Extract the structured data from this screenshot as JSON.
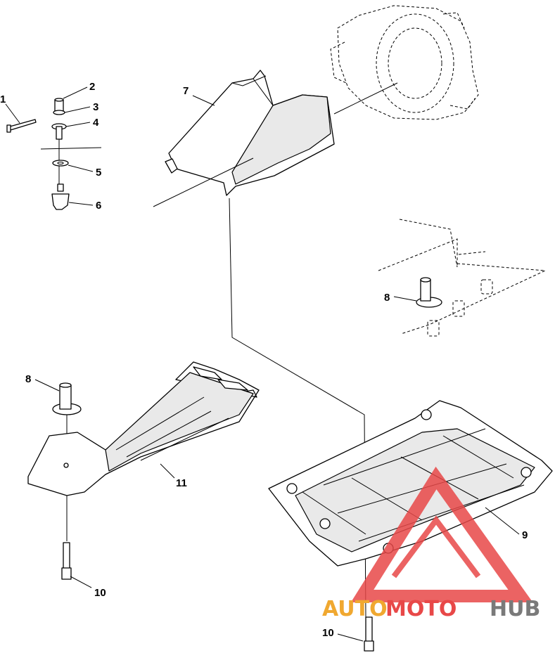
{
  "callouts": [
    {
      "id": "1",
      "label": "1"
    },
    {
      "id": "2",
      "label": "2"
    },
    {
      "id": "3",
      "label": "3"
    },
    {
      "id": "4",
      "label": "4"
    },
    {
      "id": "5",
      "label": "5"
    },
    {
      "id": "6",
      "label": "6"
    },
    {
      "id": "7",
      "label": "7"
    },
    {
      "id": "8a",
      "label": "8"
    },
    {
      "id": "8b",
      "label": "8"
    },
    {
      "id": "9",
      "label": "9"
    },
    {
      "id": "10a",
      "label": "10"
    },
    {
      "id": "10b",
      "label": "10"
    },
    {
      "id": "11",
      "label": "11"
    }
  ],
  "watermark": {
    "part1": "AUTO",
    "part2": "MOTO",
    "part3": "HUB",
    "color_orange": "#f0a830",
    "color_red": "#e84848",
    "color_gray": "#7a7a7a"
  }
}
